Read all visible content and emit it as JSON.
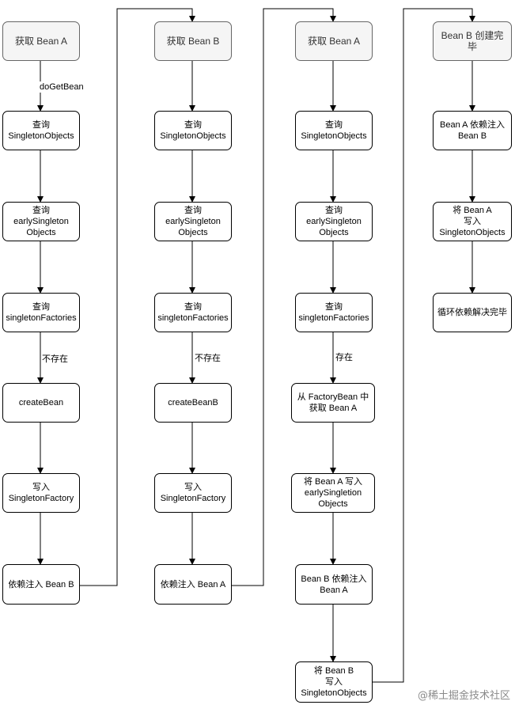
{
  "column1": {
    "start": "获取 Bean A",
    "edge_label_1": "doGetBean",
    "step1": "查询\nSingletonObjects",
    "step2": "查询\nearlySingleton\nObjects",
    "step3": "查询\nsingletonFactories",
    "edge_label_2": "不存在",
    "step4": "createBean",
    "step5": "写入\nSingletonFactory",
    "step6": "依赖注入 Bean B"
  },
  "column2": {
    "start": "获取 Bean B",
    "step1": "查询\nSingletonObjects",
    "step2": "查询\nearlySingleton\nObjects",
    "step3": "查询\nsingletonFactories",
    "edge_label_1": "不存在",
    "step4": "createBeanB",
    "step5": "写入\nSingletonFactory",
    "step6": "依赖注入 Bean A"
  },
  "column3": {
    "start": "获取 Bean A",
    "step1": "查询\nSingletonObjects",
    "step2": "查询\nearlySingleton\nObjects",
    "step3": "查询\nsingletonFactories",
    "edge_label_1": "存在",
    "step4": "从 FactoryBean 中\n获取 Bean A",
    "step5": "将 Bean A 写入\nearlySingletion\nObjects",
    "step6": "Bean B 依赖注入\nBean A",
    "step7": "将 Bean B\n写入\nSingletonObjects"
  },
  "column4": {
    "start": "Bean B 创建完毕",
    "step1": "Bean A 依赖注入\nBean B",
    "step2": "将 Bean A\n写入\nSingletonObjects",
    "step3": "循环依赖解决完毕"
  },
  "watermark": "@稀土掘金技术社区",
  "colors": {
    "line": "#000000",
    "start_fill": "#f5f5f5",
    "start_border": "#666666"
  }
}
